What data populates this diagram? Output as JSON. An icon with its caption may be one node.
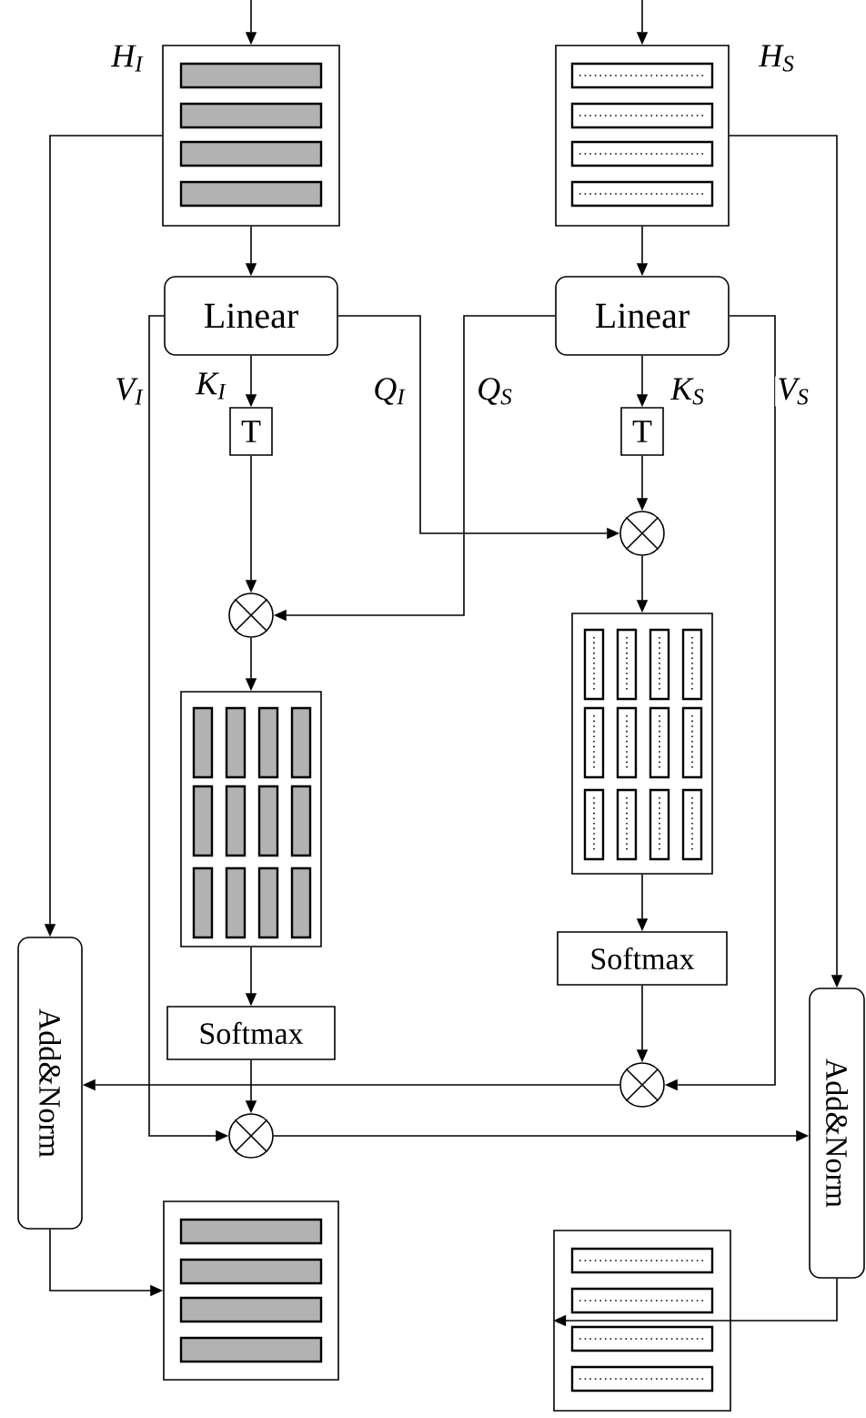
{
  "diagram": {
    "nodes": [
      {
        "text": [],
        "shape": "box",
        "beside": [
          "H$_{I}$"
        ]
      },
      {
        "text": [],
        "shape": "box",
        "beside": [
          "H$_{S}$"
        ]
      },
      {
        "text": [
          "Linear"
        ]
      },
      {
        "text": [
          "Linear"
        ]
      },
      {
        "text": [
          "T"
        ]
      },
      {
        "text": [
          "T"
        ]
      },
      {
        "text": [],
        "shape": "circle"
      },
      {
        "text": [],
        "shape": "circle"
      },
      {
        "text": [],
        "shape": "box"
      },
      {
        "text": [],
        "shape": "box"
      },
      {
        "text": [
          "Softmax"
        ]
      },
      {
        "text": [
          "Add&Norm"
        ]
      },
      {
        "text": [
          "Softmax"
        ]
      },
      {
        "text": [
          "Add&Norm"
        ]
      },
      {
        "text": [],
        "shape": "circle"
      },
      {
        "text": [],
        "shape": "circle"
      },
      {
        "text": [],
        "shape": "box"
      },
      {
        "text": [],
        "shape": "box"
      }
    ],
    "edges": [
      {
        "from": null,
        "to": 0,
        "arrow": "to"
      },
      {
        "from": null,
        "to": 1,
        "arrow": "to"
      },
      {
        "from": 0,
        "to": 11,
        "arrow": "to"
      },
      {
        "from": 1,
        "to": 13,
        "arrow": "to"
      },
      {
        "from": 0,
        "to": 2,
        "arrow": "to"
      },
      {
        "from": 1,
        "to": 3,
        "arrow": "to"
      },
      {
        "from": 2,
        "to": 4,
        "arrow": "to",
        "label": "K$_{I}$"
      },
      {
        "from": 2,
        "to": 15,
        "arrow": "to",
        "label": "V$_{I}$"
      },
      {
        "from": 2,
        "to": 6,
        "arrow": "to",
        "label": "Q$_{I}$"
      },
      {
        "from": 3,
        "to": 7,
        "arrow": "to",
        "label": "Q$_{S}$"
      },
      {
        "from": 3,
        "to": 5,
        "arrow": "to",
        "label": "K$_{S}$"
      },
      {
        "from": 3,
        "to": 14,
        "arrow": "to",
        "label": "V$_{S}$"
      },
      {
        "from": 4,
        "to": 7,
        "arrow": "to"
      },
      {
        "from": 5,
        "to": 6,
        "arrow": "to"
      },
      {
        "from": 7,
        "to": 9,
        "arrow": "to"
      },
      {
        "from": 6,
        "to": 8,
        "arrow": "to"
      },
      {
        "from": 9,
        "to": 12,
        "arrow": "to"
      },
      {
        "from": 8,
        "to": 10,
        "arrow": "to"
      },
      {
        "from": 12,
        "to": 15,
        "arrow": "to"
      },
      {
        "from": 10,
        "to": 14,
        "arrow": "to"
      },
      {
        "from": 14,
        "to": 11,
        "arrow": "to"
      },
      {
        "from": 15,
        "to": 13,
        "arrow": "to"
      },
      {
        "from": 11,
        "to": 16,
        "arrow": "to"
      },
      {
        "from": 13,
        "to": 17,
        "arrow": "to"
      }
    ]
  }
}
